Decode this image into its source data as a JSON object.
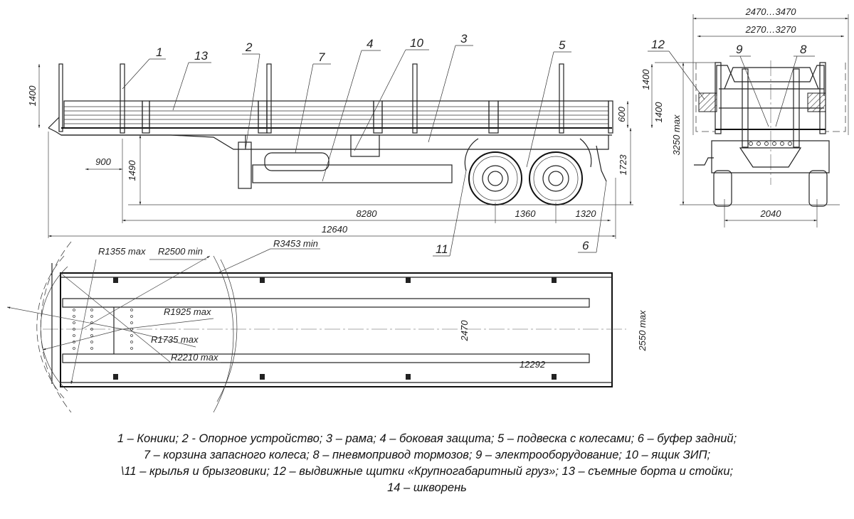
{
  "title": "Trailer general arrangement drawing",
  "side_view": {
    "dimensions": {
      "stake_height": "1400",
      "kingpin_offset": "900",
      "coupling_height": "1490",
      "side_board_height": "600",
      "stake_height_right": "1400",
      "platform_height": "1723",
      "kingpin_to_axle": "8280",
      "axle_spacing": "1360",
      "rear_overhang": "1320",
      "overall_length": "12640"
    },
    "callouts": [
      "1",
      "13",
      "2",
      "7",
      "4",
      "10",
      "3",
      "5",
      "11",
      "6"
    ]
  },
  "rear_view": {
    "dimensions": {
      "width_range_outer": "2470…3470",
      "width_range_inner": "2270…3270",
      "max_height": "3250 max",
      "sign_height": "1400",
      "track_width": "2040"
    },
    "callouts": [
      "12",
      "9",
      "8"
    ]
  },
  "plan_view": {
    "radii": {
      "r1355": "R1355 max",
      "r2500": "R2500 min",
      "r3453": "R3453 min",
      "r1925": "R1925 max",
      "r1735": "R1735 max",
      "r2210": "R2210 max"
    },
    "dimensions": {
      "inner_width": "2470",
      "max_width": "2550 max",
      "platform_length": "12292"
    }
  },
  "legend": [
    "1 – Коники; 2 - Опорное устройство; 3 – рама; 4 – боковая защита; 5 – подвеска с колесами; 6 – буфер задний;",
    "7 – корзина запасного колеса; 8 – пневмопривод тормозов; 9 – электрооборудование; 10 – ящик ЗИП;",
    "\\11 – крылья и брызговики; 12 – выдвижные щитки «Крупногабаритный груз»; 13 – съемные борта и стойки;",
    "14 – шкворень"
  ],
  "colors": {
    "line": "#222222",
    "background": "#ffffff"
  }
}
